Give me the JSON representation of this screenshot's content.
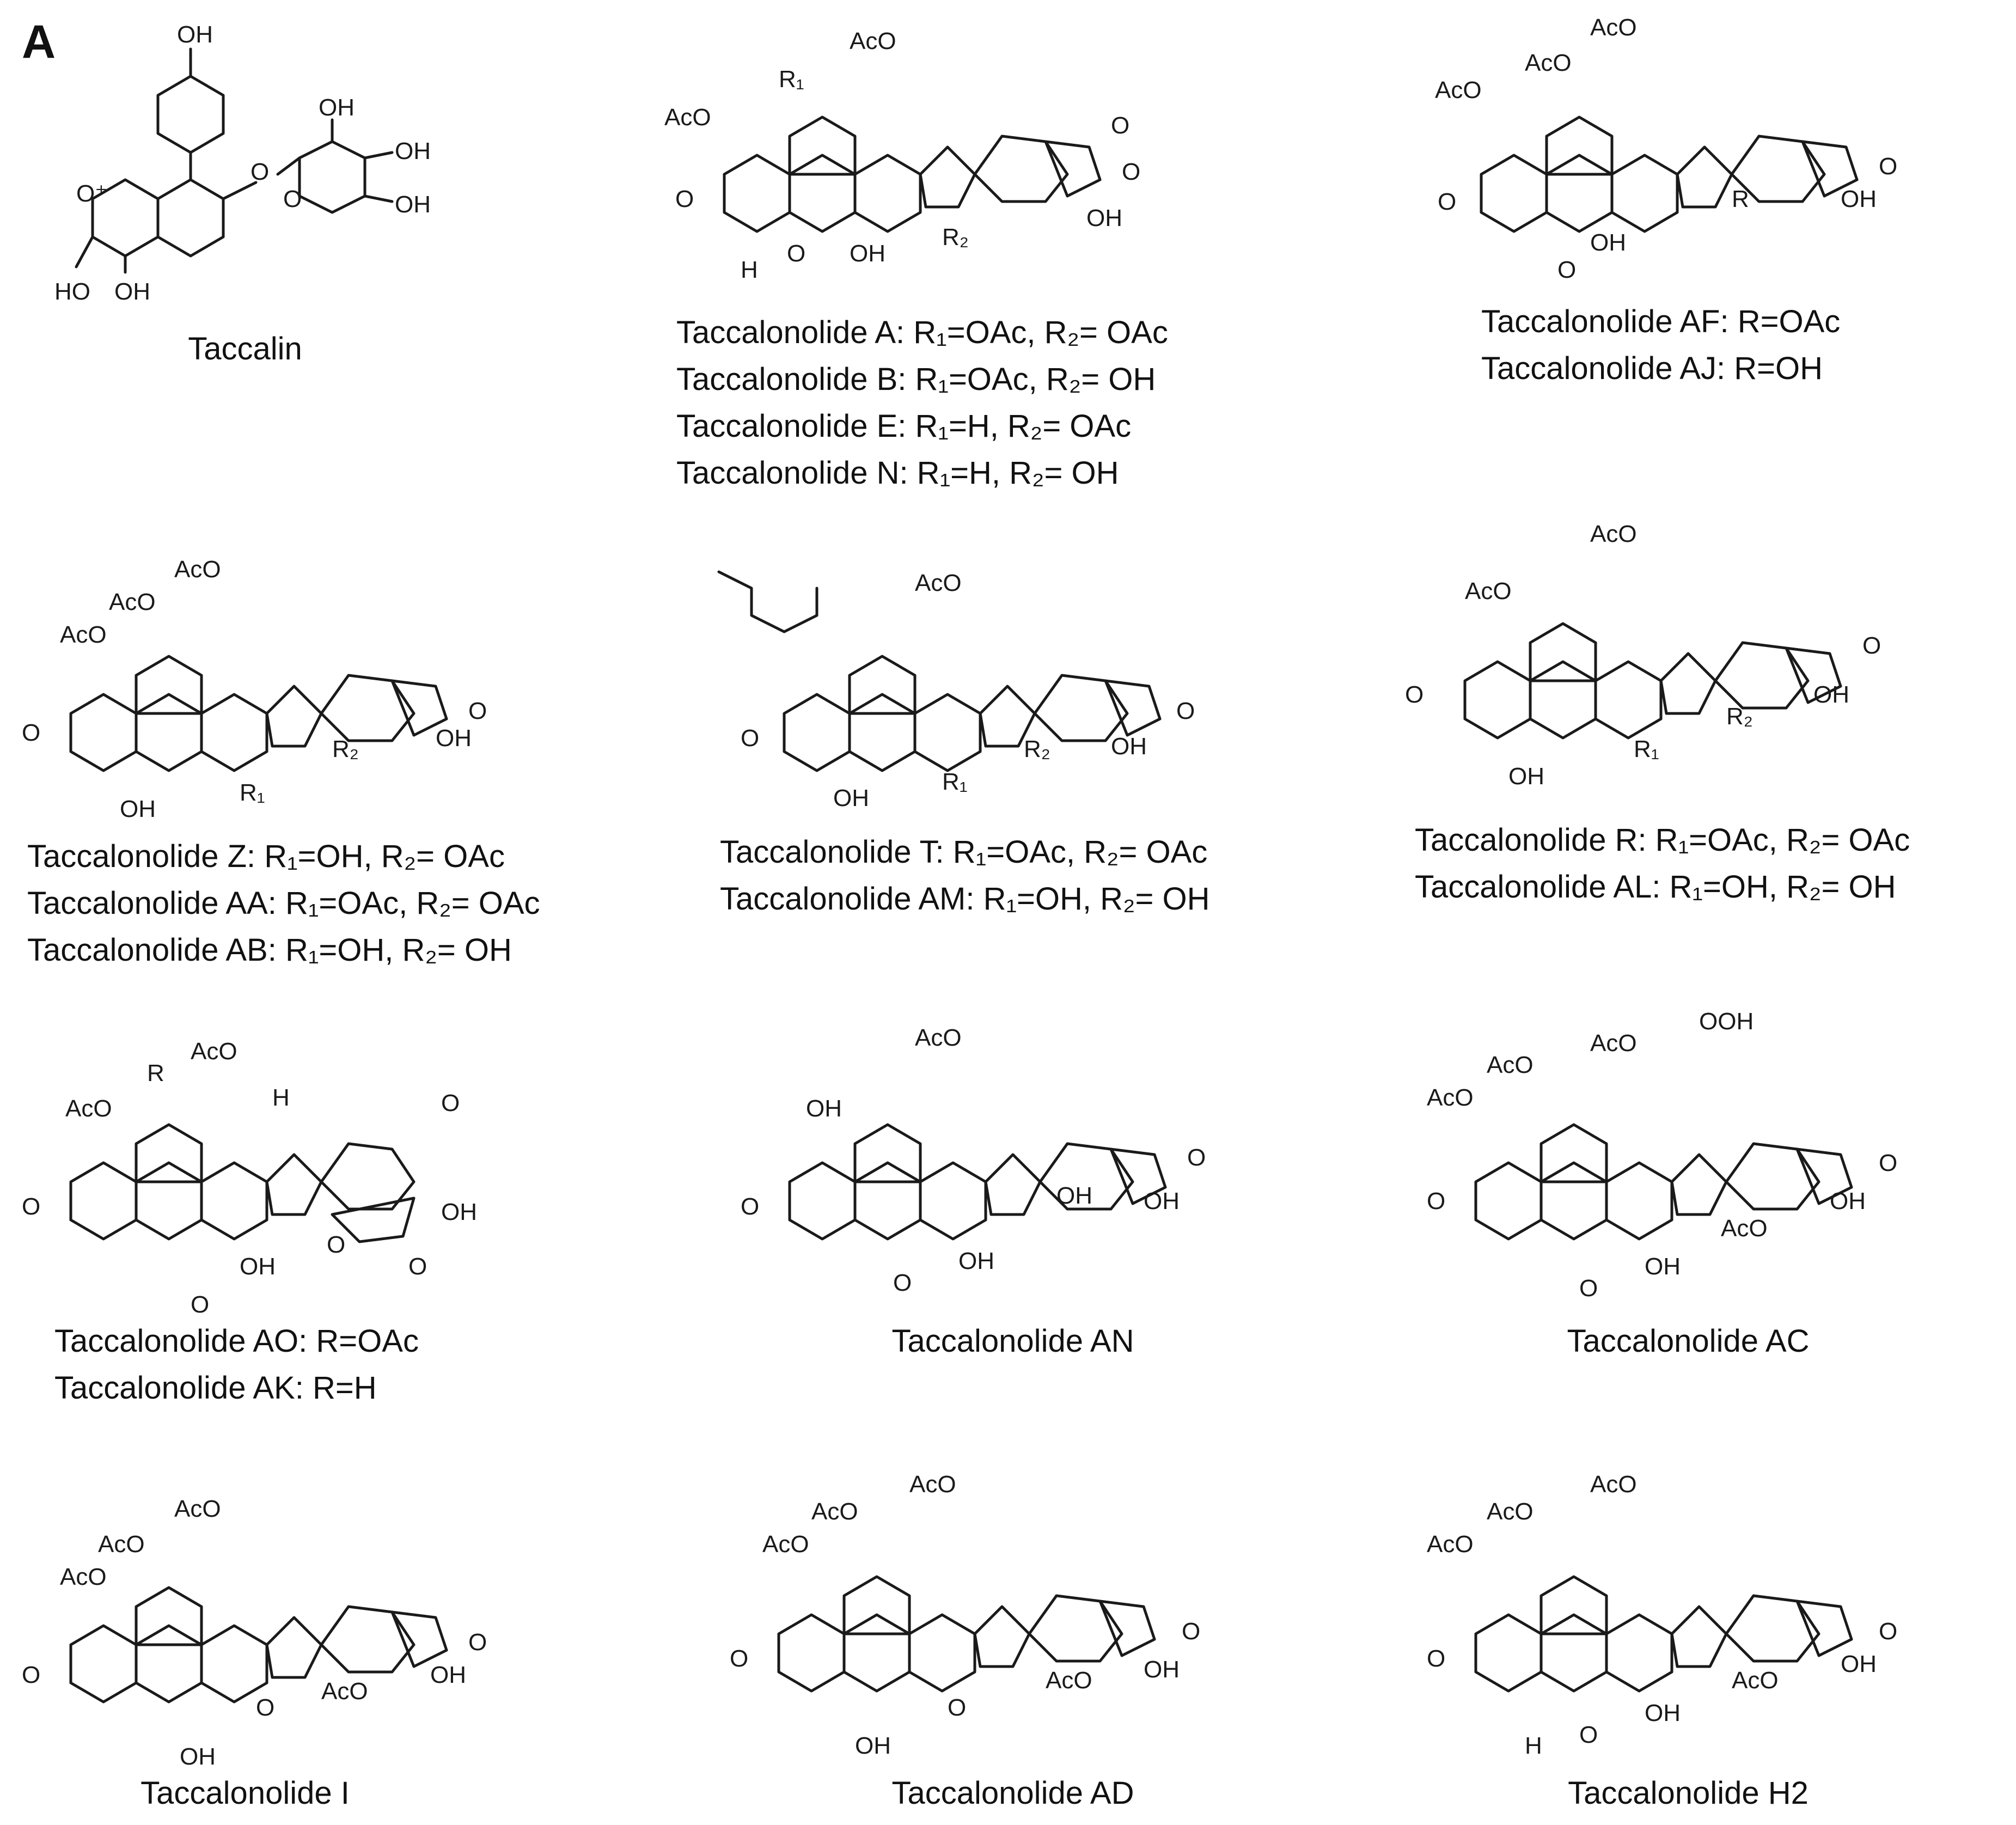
{
  "panel_label": "A",
  "compounds": [
    {
      "id": "taccalin",
      "lines": [
        "Taccalin"
      ]
    },
    {
      "id": "group-a",
      "lines": [
        "Taccalonolide A: R₁=OAc, R₂= OAc",
        "Taccalonolide B: R₁=OAc, R₂= OH",
        "Taccalonolide E: R₁=H, R₂= OAc",
        "Taccalonolide N: R₁=H, R₂= OH"
      ]
    },
    {
      "id": "group-af",
      "lines": [
        "Taccalonolide AF: R=OAc",
        "Taccalonolide AJ: R=OH"
      ]
    },
    {
      "id": "group-z",
      "lines": [
        "Taccalonolide Z: R₁=OH, R₂= OAc",
        "Taccalonolide AA: R₁=OAc, R₂= OAc",
        "Taccalonolide AB: R₁=OH, R₂= OH"
      ]
    },
    {
      "id": "group-t",
      "lines": [
        "Taccalonolide T: R₁=OAc, R₂= OAc",
        "Taccalonolide AM: R₁=OH, R₂= OH"
      ]
    },
    {
      "id": "group-r",
      "lines": [
        "Taccalonolide R: R₁=OAc, R₂= OAc",
        "Taccalonolide AL: R₁=OH, R₂= OH"
      ]
    },
    {
      "id": "group-ao",
      "lines": [
        "Taccalonolide AO: R=OAc",
        "Taccalonolide AK: R=H"
      ]
    },
    {
      "id": "an",
      "lines": [
        "Taccalonolide AN"
      ]
    },
    {
      "id": "ac",
      "lines": [
        "Taccalonolide AC"
      ]
    },
    {
      "id": "i",
      "lines": [
        "Taccalonolide I"
      ]
    },
    {
      "id": "ad",
      "lines": [
        "Taccalonolide AD"
      ]
    },
    {
      "id": "h2",
      "lines": [
        "Taccalonolide H2"
      ]
    }
  ],
  "atom_labels": {
    "oh": "OH",
    "aco": "AcO",
    "o": "O",
    "h": "H",
    "r": "R",
    "r1": "R₁",
    "r2": "R₂",
    "ooh": "OOH",
    "o_plus": "O⁺",
    "ho": "HO"
  }
}
